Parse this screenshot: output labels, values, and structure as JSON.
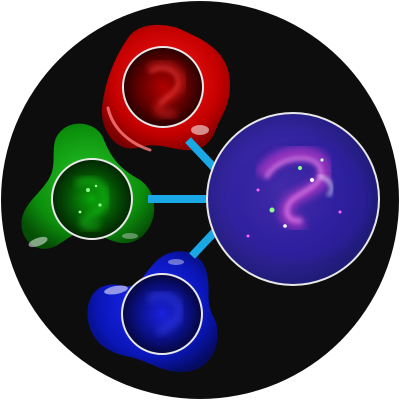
{
  "diagram": {
    "type": "rgb-channel-composite",
    "background_color": "#0d0d0d",
    "channels": [
      {
        "name": "red",
        "color": "#d50000",
        "highlight": "#ff6a6a"
      },
      {
        "name": "green",
        "color": "#0e9a0e",
        "highlight": "#7dff7d"
      },
      {
        "name": "blue",
        "color": "#0a16b8",
        "highlight": "#7f8cff"
      }
    ],
    "composite": {
      "name": "composite",
      "colors": [
        "#3a2aa8",
        "#c23cc8",
        "#e8e8ff"
      ]
    },
    "arrow_color": "#1aa7e6",
    "ring_color": "#e8e8e8"
  }
}
